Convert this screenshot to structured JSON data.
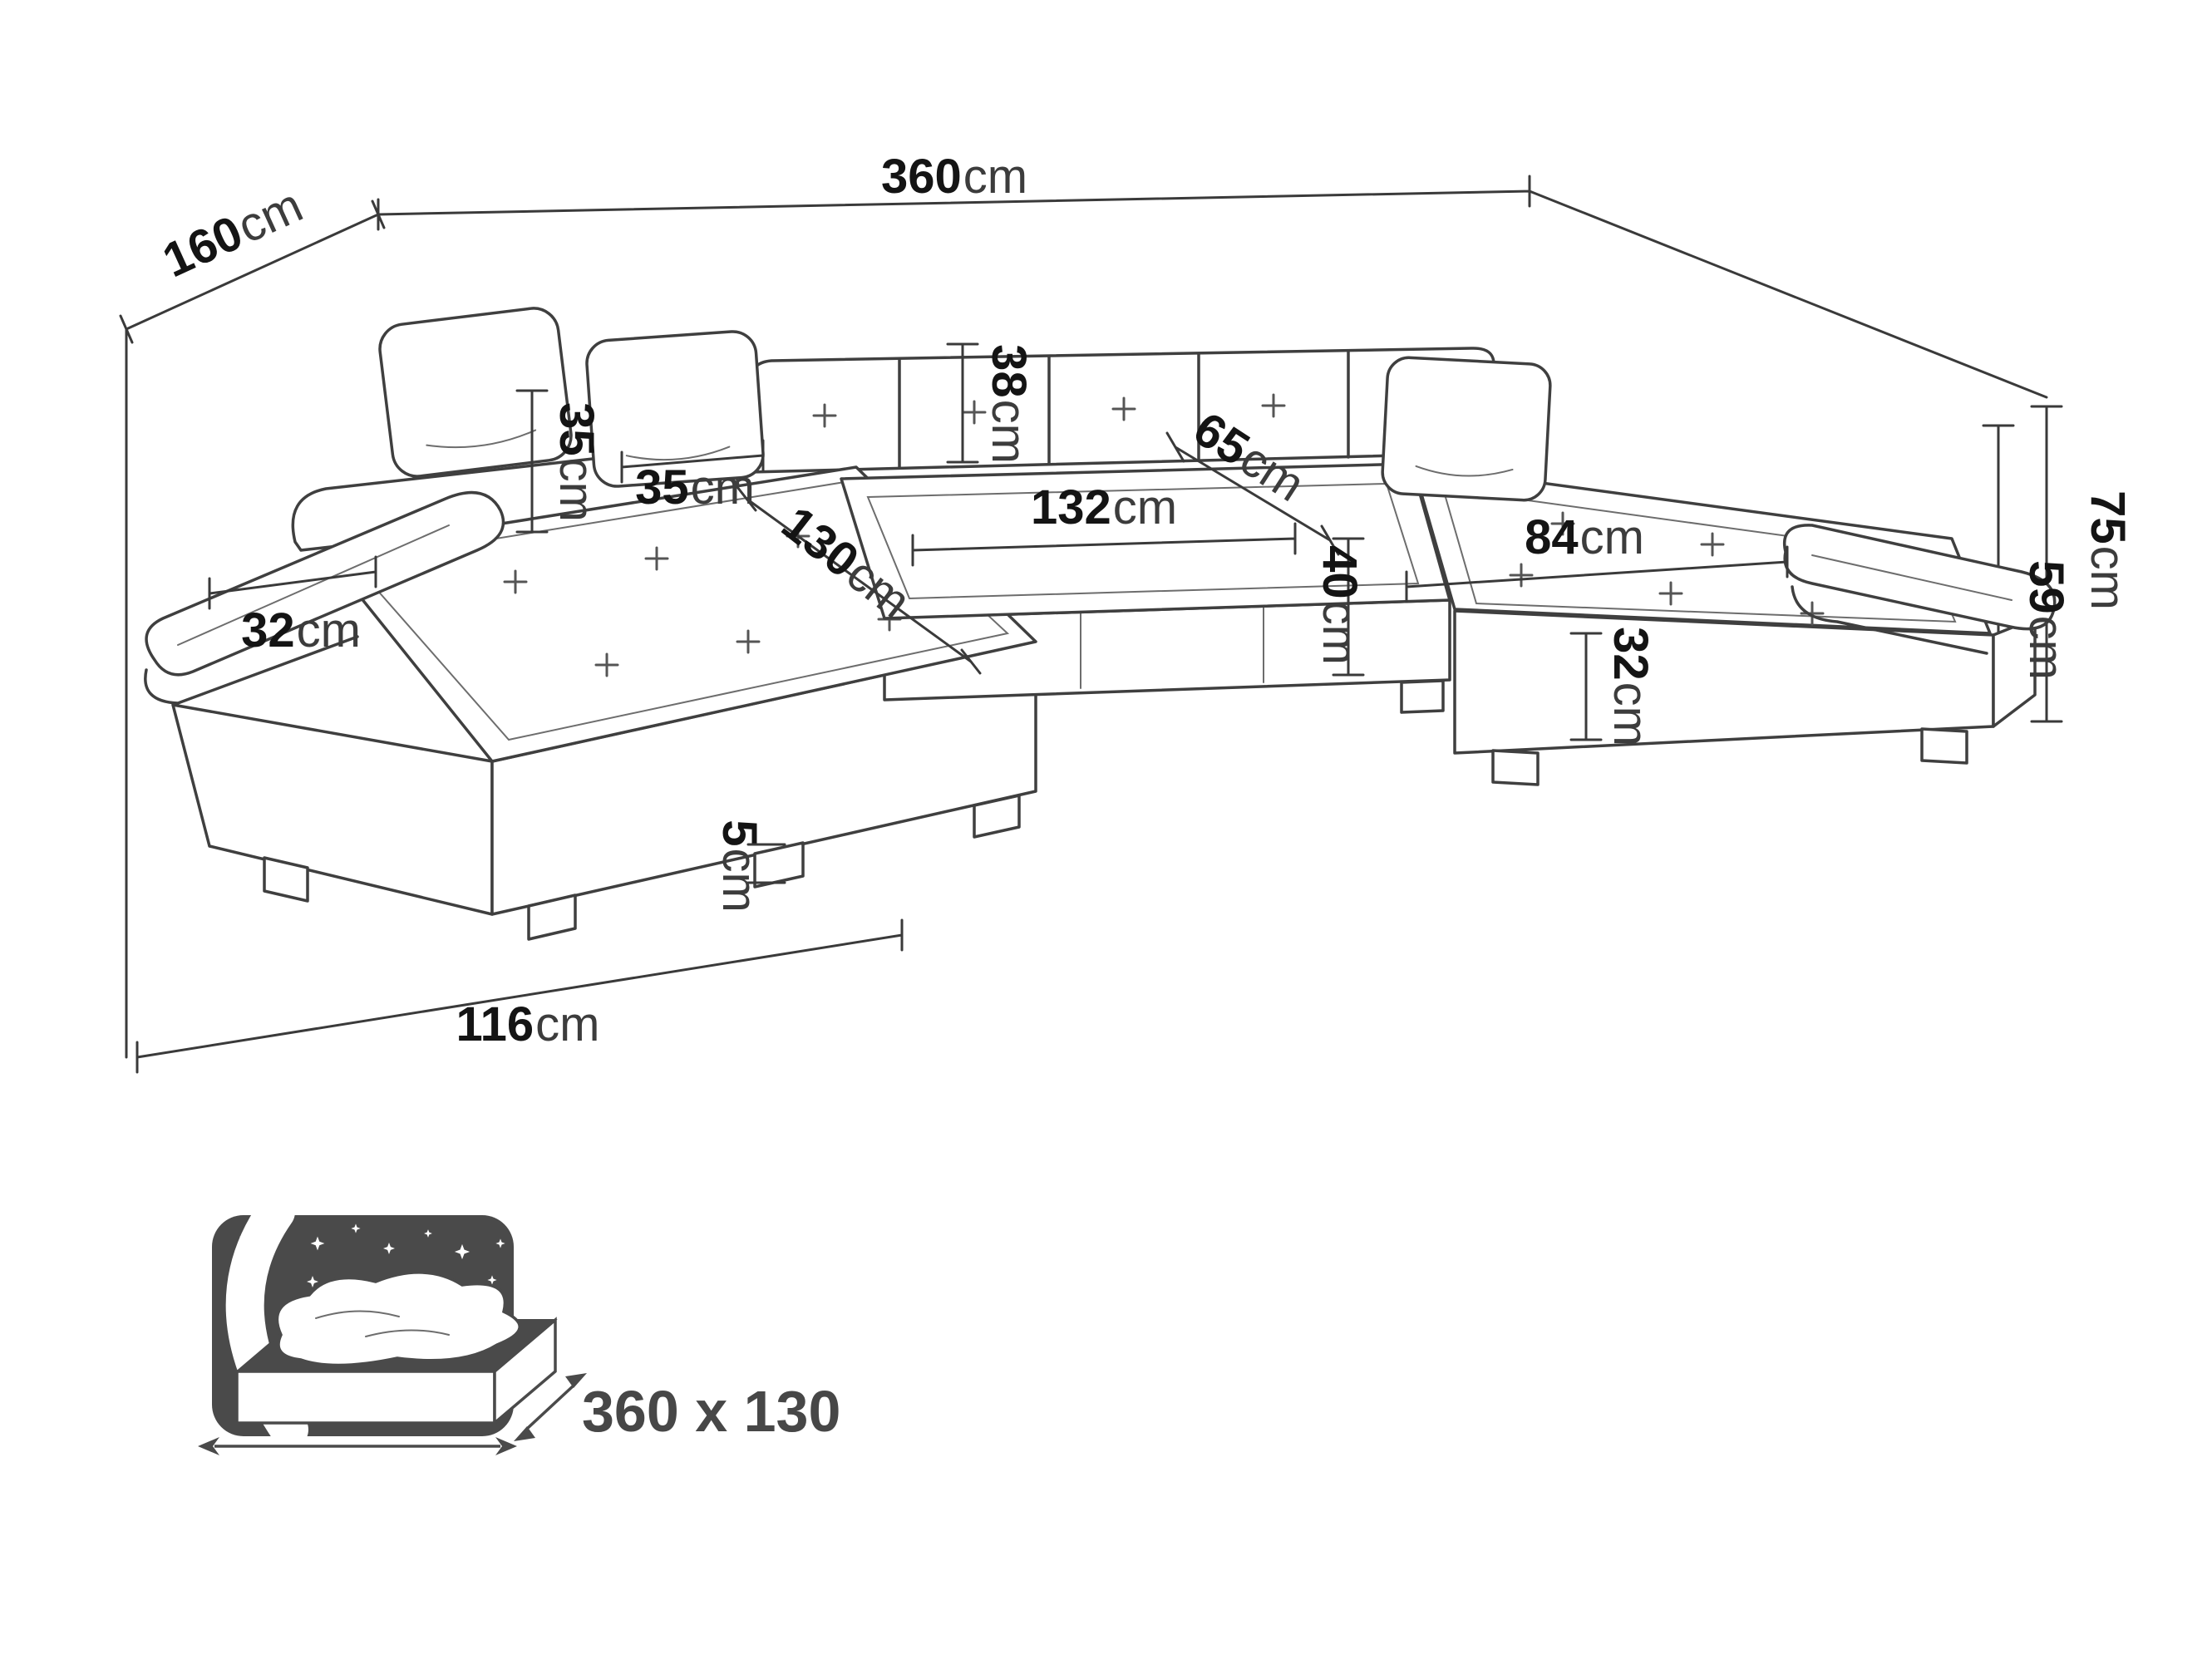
{
  "diagram": {
    "type": "furniture-dimension-drawing",
    "subject": "U-shaped corner sofa with measurements"
  },
  "dimensions": {
    "total_width": {
      "value": "360",
      "unit": "cm"
    },
    "total_depth": {
      "value": "160",
      "unit": "cm"
    },
    "cushion_height": {
      "value": "35",
      "unit": "cm"
    },
    "cushion_width": {
      "value": "35",
      "unit": "cm"
    },
    "backrest_cushion_height": {
      "value": "38",
      "unit": "cm"
    },
    "left_chaise_length": {
      "value": "130",
      "unit": "cm"
    },
    "center_seat_width": {
      "value": "132",
      "unit": "cm"
    },
    "seat_depth": {
      "value": "65",
      "unit": "cm"
    },
    "seat_height": {
      "value": "40",
      "unit": "cm"
    },
    "right_chaise_width": {
      "value": "84",
      "unit": "cm"
    },
    "back_height": {
      "value": "75",
      "unit": "cm"
    },
    "armrest_height": {
      "value": "59",
      "unit": "cm"
    },
    "left_armrest_width": {
      "value": "32",
      "unit": "cm"
    },
    "right_armrest_width": {
      "value": "32",
      "unit": "cm"
    },
    "leg_height": {
      "value": "5",
      "unit": "cm"
    },
    "left_chaise_front_width": {
      "value": "116",
      "unit": "cm"
    }
  },
  "sleeping_area": {
    "label": "360 x 130"
  },
  "icons": {
    "sleeping_area": "bed-with-starry-sky-icon"
  },
  "colors": {
    "line": "#3f3f3f",
    "text": "#141414",
    "unit_text": "#3c3c3c",
    "icon": "#4a4a4a",
    "background": "#ffffff"
  }
}
